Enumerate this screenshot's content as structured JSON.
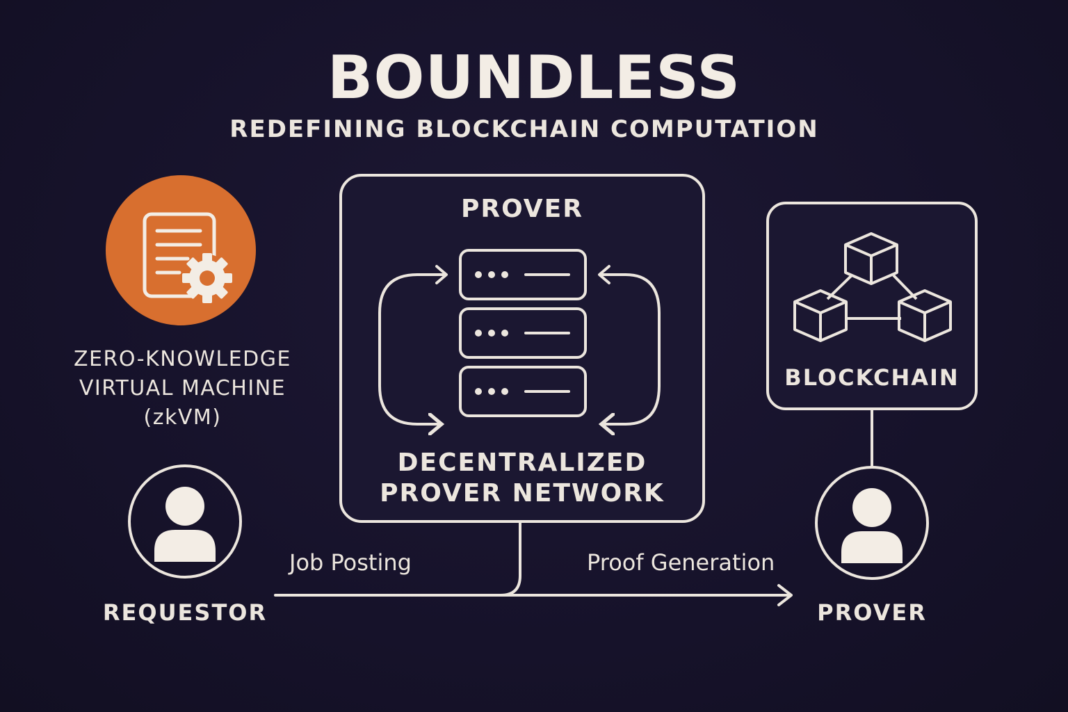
{
  "title": "BOUNDLESS",
  "subtitle": "REDEFINING BLOCKCHAIN COMPUTATION",
  "zkvm": {
    "line1": "ZERO-KNOWLEDGE",
    "line2": "VIRTUAL MACHINE",
    "line3": "(zkVM)",
    "icon": "document-gear-icon",
    "color": "#d86f2f"
  },
  "prover_box": {
    "heading": "PROVER",
    "caption_line1": "DECENTRALIZED",
    "caption_line2": "PROVER NETWORK",
    "icon": "server-stack-icon"
  },
  "blockchain_box": {
    "label": "BLOCKCHAIN",
    "icon": "cubes-network-icon"
  },
  "requestor": {
    "label": "REQUESTOR",
    "icon": "user-icon"
  },
  "prover_node": {
    "label": "PROVER",
    "icon": "user-icon"
  },
  "edges": {
    "job_posting": "Job Posting",
    "proof_generation": "Proof Generation"
  },
  "colors": {
    "background": "#181329",
    "line": "#ece6de",
    "accent": "#d86f2f"
  }
}
